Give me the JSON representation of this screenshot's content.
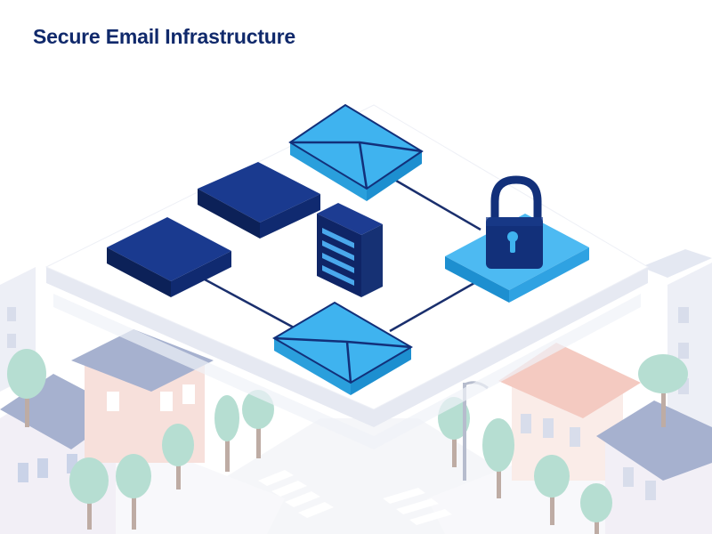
{
  "header": {
    "title": "Secure Email Infrastructure"
  },
  "colors": {
    "title": "#10296b",
    "navy": "#12307a",
    "navy_dark": "#0c2158",
    "accent_blue": "#3fb3ef",
    "accent_blue_dark": "#1d8fd0",
    "platform": "#ffffff",
    "platform_shadow": "#e6e9f2",
    "road": "#f1f2f6",
    "tree": "#7cc4ae",
    "trunk": "#8a6a5a",
    "house_pink": "#f2c7bf",
    "roof_blue": "#5f73a8",
    "roof_coral": "#ec9f90"
  },
  "diagram": {
    "nodes": [
      {
        "id": "email-top",
        "icon": "envelope-icon"
      },
      {
        "id": "email-bottom",
        "icon": "envelope-icon"
      },
      {
        "id": "tile-left",
        "icon": "dark-tile"
      },
      {
        "id": "tile-middle",
        "icon": "dark-tile"
      },
      {
        "id": "server",
        "icon": "server-icon"
      },
      {
        "id": "lock-pad",
        "icon": "padlock-icon"
      }
    ],
    "connections": [
      {
        "from": "email-top",
        "to": "lock-pad"
      },
      {
        "from": "tile-left",
        "to": "email-bottom"
      },
      {
        "from": "email-bottom",
        "to": "lock-pad"
      }
    ]
  }
}
